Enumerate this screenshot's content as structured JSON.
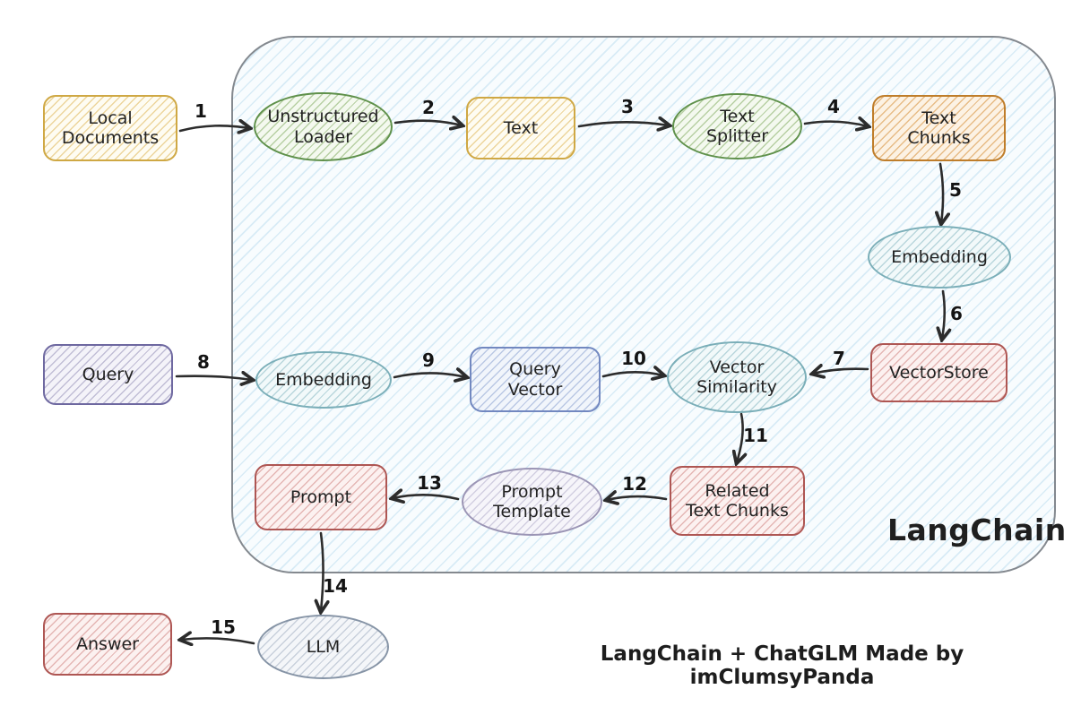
{
  "diagram": {
    "container_label": "LangChain",
    "caption": "LangChain + ChatGLM Made by imClumsyPanda",
    "palette": {
      "yellow_border": "#cfa844",
      "green_border": "#5f914b",
      "orange_border": "#bf7d2a",
      "teal_border": "#7aaeb8",
      "red_border": "#ae5653",
      "purple_border": "#6e68a0",
      "blue_border": "#7288c0",
      "lavender_border": "#9b95b5",
      "bluegray_border": "#8694a6",
      "container_border": "#84898f",
      "container_fill": "#f8fcfe",
      "arrow_color": "#2c2c2c"
    },
    "nodes": [
      {
        "id": "local-documents",
        "label": "Local\nDocuments",
        "shape": "rect",
        "color": "yellow"
      },
      {
        "id": "unstructured-loader",
        "label": "Unstructured\nLoader",
        "shape": "ellipse",
        "color": "green"
      },
      {
        "id": "text",
        "label": "Text",
        "shape": "rect",
        "color": "yellow"
      },
      {
        "id": "text-splitter",
        "label": "Text\nSplitter",
        "shape": "ellipse",
        "color": "green"
      },
      {
        "id": "text-chunks",
        "label": "Text\nChunks",
        "shape": "rect",
        "color": "orange"
      },
      {
        "id": "embedding-docs",
        "label": "Embedding",
        "shape": "ellipse",
        "color": "teal"
      },
      {
        "id": "vectorstore",
        "label": "VectorStore",
        "shape": "rect",
        "color": "red"
      },
      {
        "id": "query",
        "label": "Query",
        "shape": "rect",
        "color": "purple"
      },
      {
        "id": "embedding-query",
        "label": "Embedding",
        "shape": "ellipse",
        "color": "teal"
      },
      {
        "id": "query-vector",
        "label": "Query\nVector",
        "shape": "rect",
        "color": "blue"
      },
      {
        "id": "vector-similarity",
        "label": "Vector\nSimilarity",
        "shape": "ellipse",
        "color": "teal"
      },
      {
        "id": "related-text-chunks",
        "label": "Related\nText Chunks",
        "shape": "rect",
        "color": "red"
      },
      {
        "id": "prompt-template",
        "label": "Prompt\nTemplate",
        "shape": "ellipse",
        "color": "lavender"
      },
      {
        "id": "prompt",
        "label": "Prompt",
        "shape": "rect",
        "color": "red"
      },
      {
        "id": "llm",
        "label": "LLM",
        "shape": "ellipse",
        "color": "bluegray"
      },
      {
        "id": "answer",
        "label": "Answer",
        "shape": "rect",
        "color": "red"
      }
    ],
    "edges": [
      {
        "label": "1",
        "from": "local-documents",
        "to": "unstructured-loader"
      },
      {
        "label": "2",
        "from": "unstructured-loader",
        "to": "text"
      },
      {
        "label": "3",
        "from": "text",
        "to": "text-splitter"
      },
      {
        "label": "4",
        "from": "text-splitter",
        "to": "text-chunks"
      },
      {
        "label": "5",
        "from": "text-chunks",
        "to": "embedding-docs"
      },
      {
        "label": "6",
        "from": "embedding-docs",
        "to": "vectorstore"
      },
      {
        "label": "7",
        "from": "vectorstore",
        "to": "vector-similarity"
      },
      {
        "label": "8",
        "from": "query",
        "to": "embedding-query"
      },
      {
        "label": "9",
        "from": "embedding-query",
        "to": "query-vector"
      },
      {
        "label": "10",
        "from": "query-vector",
        "to": "vector-similarity"
      },
      {
        "label": "11",
        "from": "vector-similarity",
        "to": "related-text-chunks"
      },
      {
        "label": "12",
        "from": "related-text-chunks",
        "to": "prompt-template"
      },
      {
        "label": "13",
        "from": "prompt-template",
        "to": "prompt"
      },
      {
        "label": "14",
        "from": "prompt",
        "to": "llm"
      },
      {
        "label": "15",
        "from": "llm",
        "to": "answer"
      }
    ]
  }
}
